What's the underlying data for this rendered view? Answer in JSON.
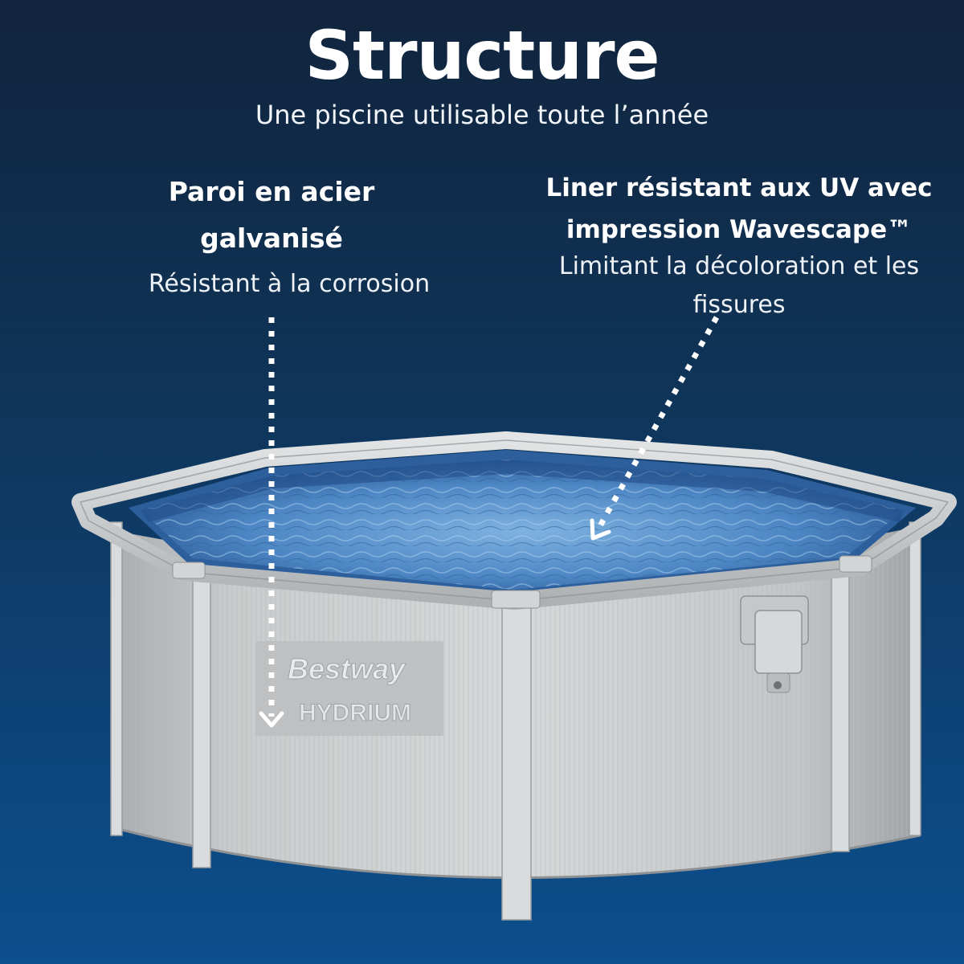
{
  "header": {
    "title": "Structure",
    "subtitle": "Une piscine utilisable toute l’année"
  },
  "features": {
    "left": {
      "title": "Paroi en acier galvanisé",
      "description": "Résistant à la corrosion"
    },
    "right": {
      "title": "Liner résistant aux UV avec impression Wavescape™",
      "description": "Limitant la décoloration et les fissures"
    }
  },
  "product": {
    "brand_logo": "Bestway",
    "line_logo": "HYDRIUM"
  },
  "colors": {
    "background_top": "#11243d",
    "background_bottom": "#0c4f8e",
    "pool_wall": "#cfd1d2",
    "water": "#4d86c4"
  }
}
